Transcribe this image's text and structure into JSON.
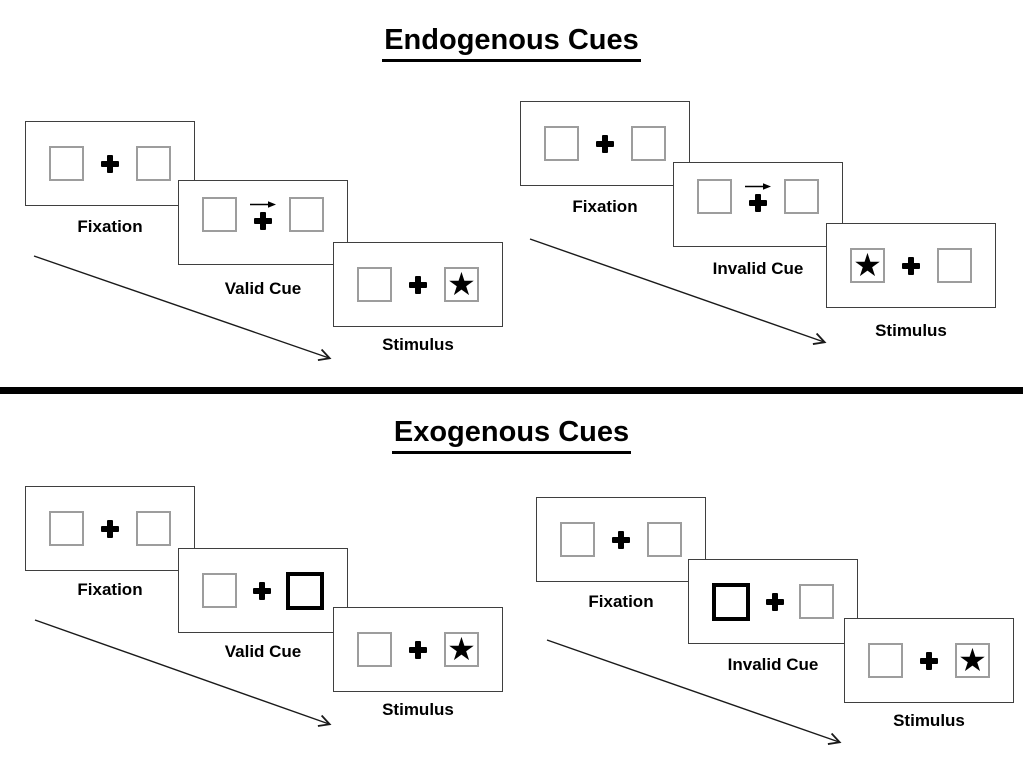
{
  "sections": [
    {
      "id": "endogenous",
      "title": "Endogenous Cues",
      "groups": [
        {
          "id": "valid",
          "panels": [
            {
              "type": "fixation",
              "label": "Fixation"
            },
            {
              "type": "arrow-cue",
              "label": "Valid Cue",
              "cue_direction": "right"
            },
            {
              "type": "stimulus",
              "label": "Stimulus",
              "star_side": "right"
            }
          ]
        },
        {
          "id": "invalid",
          "panels": [
            {
              "type": "fixation",
              "label": "Fixation"
            },
            {
              "type": "arrow-cue",
              "label": "Invalid Cue",
              "cue_direction": "right"
            },
            {
              "type": "stimulus",
              "label": "Stimulus",
              "star_side": "left"
            }
          ]
        }
      ]
    },
    {
      "id": "exogenous",
      "title": "Exogenous Cues",
      "groups": [
        {
          "id": "valid",
          "panels": [
            {
              "type": "fixation",
              "label": "Fixation"
            },
            {
              "type": "box-cue",
              "label": "Valid Cue",
              "highlighted_side": "right"
            },
            {
              "type": "stimulus",
              "label": "Stimulus",
              "star_side": "right"
            }
          ]
        },
        {
          "id": "invalid",
          "panels": [
            {
              "type": "fixation",
              "label": "Fixation"
            },
            {
              "type": "box-cue",
              "label": "Invalid Cue",
              "highlighted_side": "left"
            },
            {
              "type": "stimulus",
              "label": "Stimulus",
              "star_side": "right"
            }
          ]
        }
      ]
    }
  ],
  "glyphs": {
    "star": "★"
  },
  "icons": {
    "fixation_cross": "plus-cross",
    "cue_arrow": "right-arrow",
    "target": "star",
    "sequence": "diagonal-arrow"
  },
  "colors": {
    "ink": "#000000",
    "panel_border": "#3f3f3f",
    "box_border": "#9d9d9d",
    "background": "#ffffff"
  }
}
